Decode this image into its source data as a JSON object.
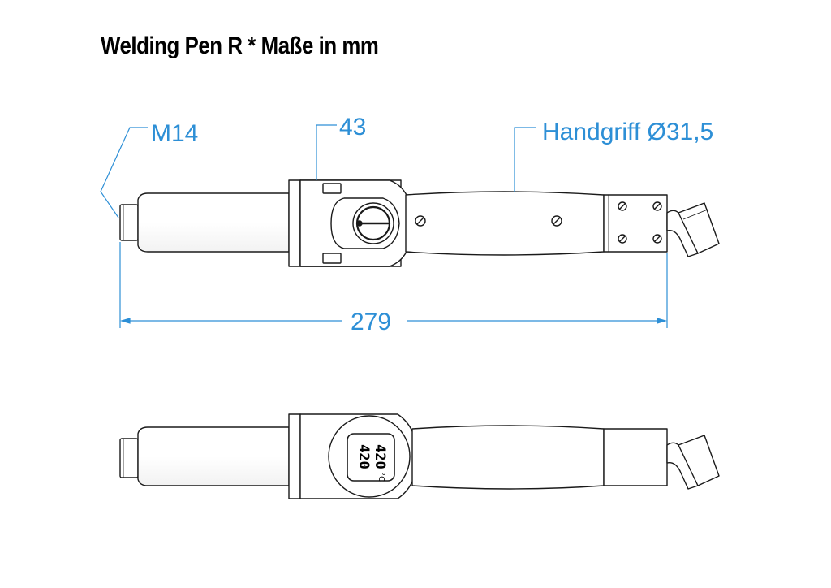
{
  "title": "Welding Pen R * Maße in mm",
  "dimensions": {
    "thread": "M14",
    "collar": "43",
    "handle": "Handgriff Ø31,5",
    "total_length": "279"
  },
  "display": {
    "reading": "420",
    "unit": "°C"
  },
  "colors": {
    "dimension": "#2d8fd6",
    "outline": "#1a1a1a"
  }
}
